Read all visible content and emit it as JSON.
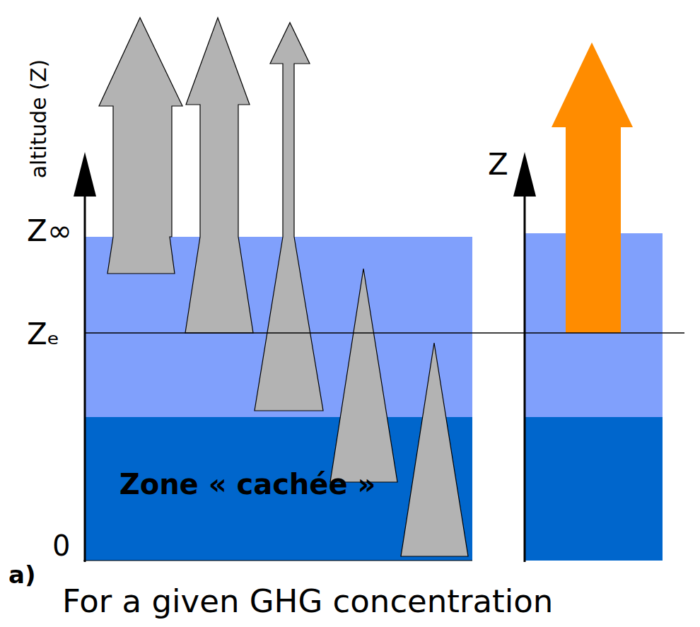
{
  "diagram": {
    "caption": "For a given GHG concentration",
    "nodes": [
      {
        "text": [
          "Zone « cachée »"
        ]
      }
    ],
    "labels": [
      "altitude (Z)",
      "Z∞",
      "Zₑ",
      "0",
      "a)",
      "Z"
    ]
  }
}
